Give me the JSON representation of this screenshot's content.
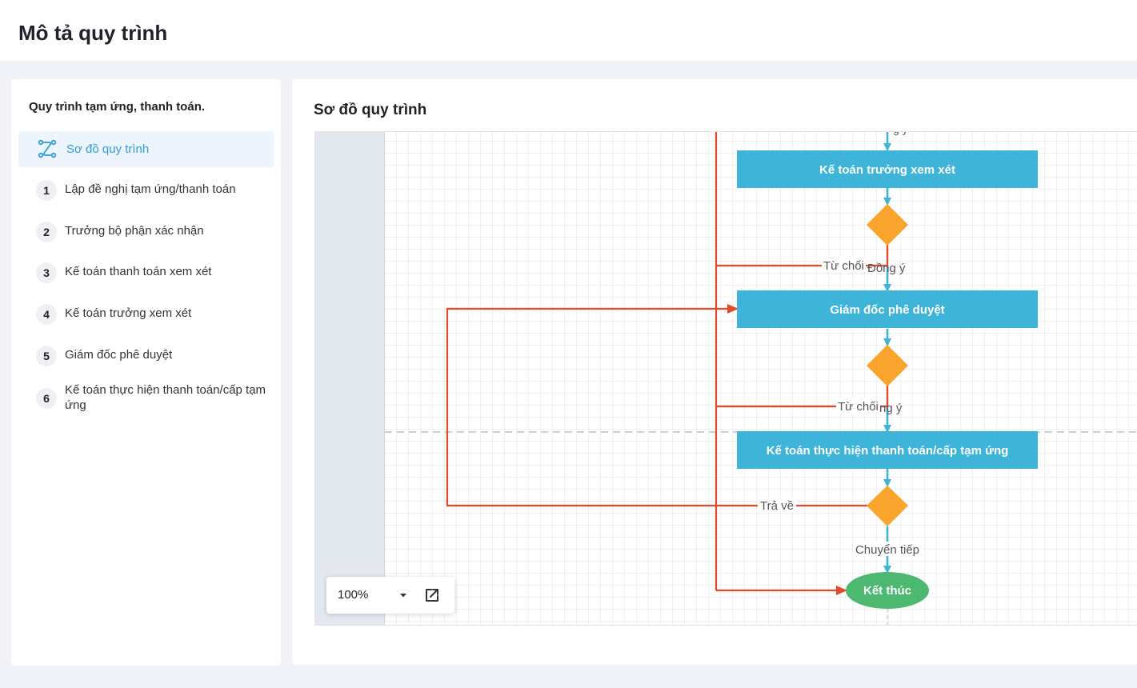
{
  "page": {
    "title": "Mô tả quy trình"
  },
  "sidebar": {
    "heading": "Quy trình tạm ứng, thanh toán.",
    "active_item": {
      "label": "Sơ đồ quy trình",
      "icon": "flow-diagram-icon"
    },
    "steps": [
      {
        "num": "1",
        "label": "Lập đề nghị tạm ứng/thanh toán"
      },
      {
        "num": "2",
        "label": "Trưởng bộ phận xác nhận"
      },
      {
        "num": "3",
        "label": "Kế toán thanh toán xem xét"
      },
      {
        "num": "4",
        "label": "Kế toán trưởng xem xét"
      },
      {
        "num": "5",
        "label": "Giám đốc phê duyệt"
      },
      {
        "num": "6",
        "label": "Kế toán thực hiện thanh toán/cấp tạm ứng"
      }
    ]
  },
  "main": {
    "heading": "Sơ đồ quy trình"
  },
  "diagram": {
    "nodes": {
      "ketoan_truong": "Kế toán trưởng xem xét",
      "giam_doc": "Giám đốc phê duyệt",
      "thuc_hien": "Kế toán thực hiện thanh toán/cấp tạm ứng",
      "ket_thuc": "Kết thúc"
    },
    "edge_labels": {
      "tu_choi_1": "Từ chối",
      "dong_y_1": "Đồng ý",
      "tu_choi_2": "Từ chối",
      "dong_y_2": "ng ý",
      "dong_y_top": "g ý",
      "tra_ve": "Trả về",
      "chuyen_tiep": "Chuyển tiếp"
    },
    "colors": {
      "task": "#3eb4d8",
      "decision": "#f9a42c",
      "end": "#4db870",
      "approve_edge": "#3eb4d8",
      "reject_edge": "#e5492a"
    }
  },
  "zoom": {
    "value": "100%"
  }
}
